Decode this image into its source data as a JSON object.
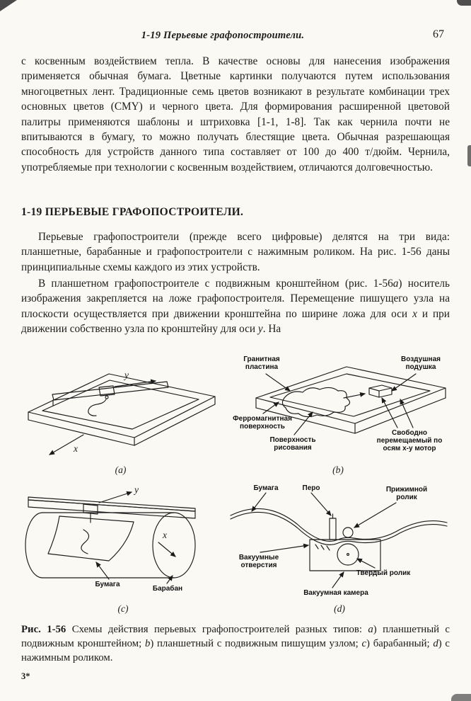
{
  "page": {
    "running_head": "1-19 Перьевые графопостроители.",
    "page_number": "67"
  },
  "content": {
    "p1": "с косвенным воздействием тепла. В качестве основы для нанесения изображения применяется обычная бумага. Цветные картинки получаются путем использования многоцветных лент. Традиционные семь цветов возникают в результате комбинации трех основных цветов (CMY) и черного цвета. Для формирования расширенной цветовой палитры применяются шаблоны и штриховка [1-1, 1-8]. Так как чернила почти не впитываются в бумагу, то можно получать блестящие цвета. Обычная разрешающая способность для устройств данного типа составляет от 100 до 400 т/дюйм. Чернила, употребляемые при технологии с косвенным воздействием, отличаются долговечностью.",
    "section_heading": "1-19 ПЕРЬЕВЫЕ ГРАФОПОСТРОИТЕЛИ.",
    "p2": "Перьевые графопостроители (прежде всего цифровые) делятся на три вида: планшетные, барабанные и графопостроители с нажимным роликом. На рис. 1-56 даны принципиальные схемы каждого из этих устройств.",
    "p3": {
      "t1": "В планшетном графопостроителе с подвижным кронштейном (рис. 1-56",
      "ref_a": "а",
      "t2": ") носитель изображения закрепляется на ложе графопостроителя. Перемещение пишущего узла на плоскости осуществляется при движении кронштейна по ширине ложа для оси ",
      "var_x": "x",
      "t3": " и при движении собственно узла по кронштейну для оси ",
      "var_y": "y",
      "t4": ". На"
    }
  },
  "figure": {
    "panel_a": {
      "axis_y": "y",
      "axis_x": "x",
      "caption": "(a)"
    },
    "panel_b": {
      "granite": "Гранитная пластина",
      "air_cushion": "Воздушная подушка",
      "ferromagnetic": "Ферромагнитная поверхность",
      "drawing_surface": "Поверхность рисования",
      "motor": "Свободно перемещаемый по осям x-y мотор",
      "caption": "(b)"
    },
    "panel_c": {
      "axis_y": "y",
      "axis_x": "x",
      "paper": "Бумага",
      "drum": "Барабан",
      "caption": "(c)"
    },
    "panel_d": {
      "paper": "Бумага",
      "pen": "Перо",
      "pinch_roller": "Прижимной ролик",
      "vacuum_holes": "Вакуумные отверстия",
      "hard_roller": "Твердый ролик",
      "vacuum_chamber": "Вакуумная камера",
      "caption": "(d)"
    },
    "caption": {
      "label": "Рис. 1-56",
      "t1": " Схемы действия перьевых графопостроителей разных типов: ",
      "a": "a",
      "t2": ") планшетный с подвижным кронштейном; ",
      "b": "b",
      "t3": ") планшетный с подвижным пишущим узлом; ",
      "c": "c",
      "t4": ") барабанный; ",
      "d": "d",
      "t5": ") с нажимным роликом."
    }
  },
  "footer": {
    "signature_mark": "3*"
  }
}
